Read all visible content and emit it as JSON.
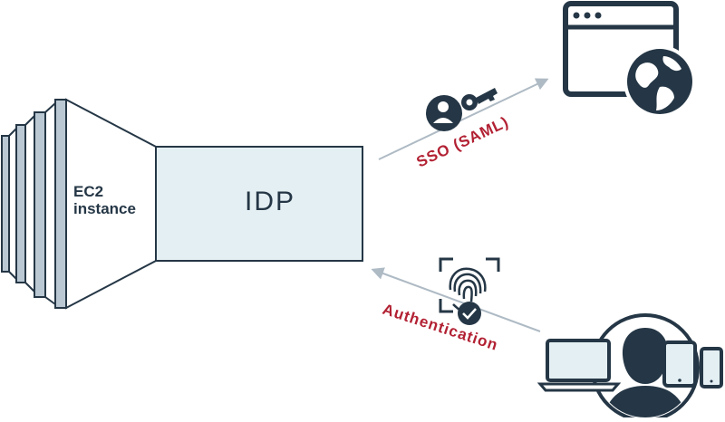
{
  "ec2": {
    "label_line1": "EC2",
    "label_line2": "instance"
  },
  "idp": {
    "label": "IDP"
  },
  "sso": {
    "label": "SSO (SAML)"
  },
  "auth": {
    "label": "Authentication"
  },
  "colors": {
    "dark": "#253746",
    "panel": "#e4eff3",
    "panel_stroke": "#253746",
    "slab": "#b9c8d3",
    "arrow": "#aebac4",
    "accent_red": "#b22133",
    "white": "#ffffff"
  },
  "icons": {
    "browser": "browser-window-icon",
    "globe": "globe-icon",
    "key": "user-key-icon",
    "fingerprint": "fingerprint-scan-icon",
    "check": "check-badge-icon",
    "user": "user-silhouette-icon",
    "laptop": "laptop-icon",
    "tablet": "tablet-icon",
    "phone": "phone-icon"
  }
}
